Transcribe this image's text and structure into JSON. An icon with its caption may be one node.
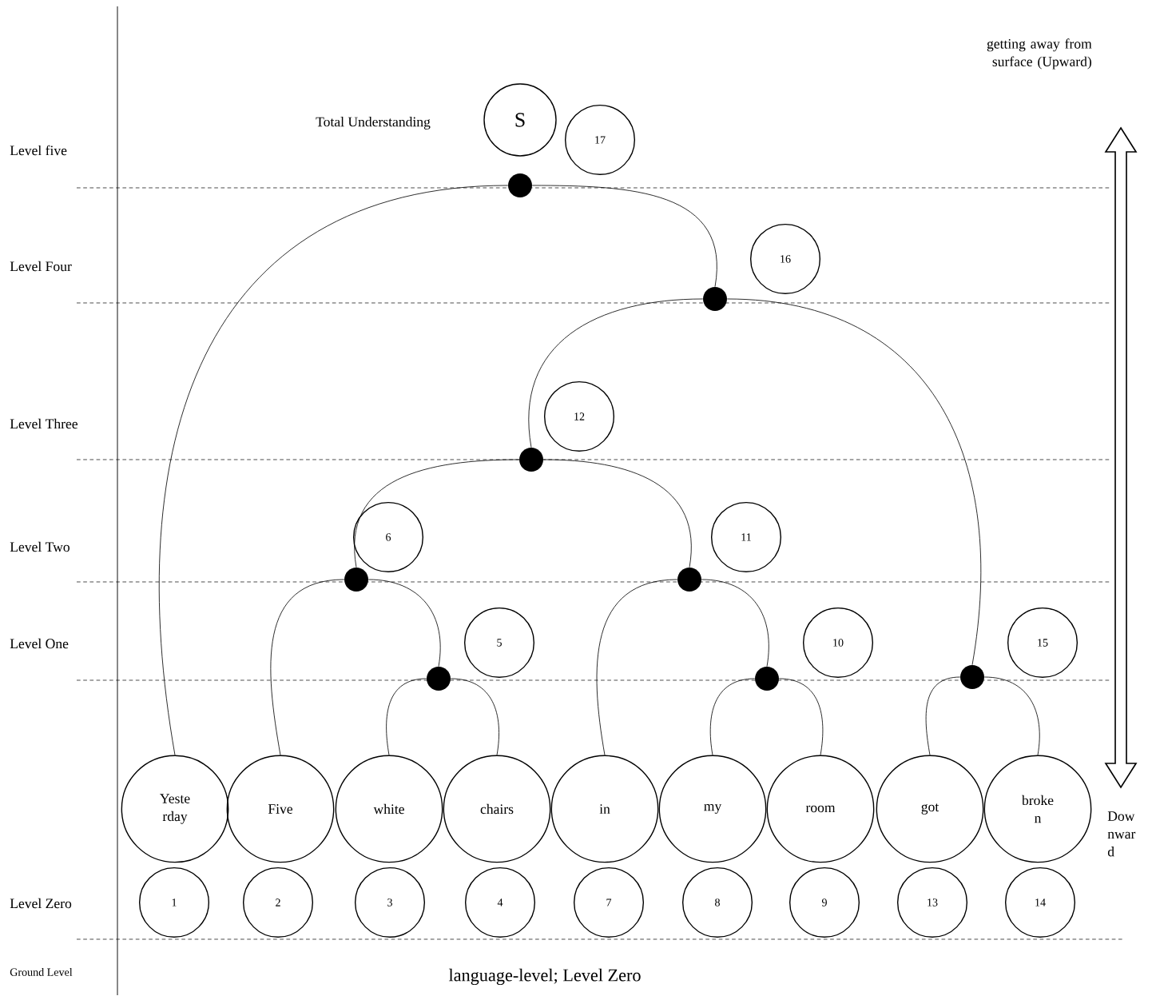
{
  "diagram": {
    "nodes": [
      {
        "text": [
          "S"
        ]
      },
      {
        "text": [
          "17"
        ]
      },
      {
        "text": [],
        "shape": "circle"
      },
      {
        "text": [
          "16"
        ]
      },
      {
        "text": [],
        "shape": "circle"
      },
      {
        "text": [
          "12"
        ]
      },
      {
        "text": [],
        "shape": "circle"
      },
      {
        "text": [
          "6"
        ]
      },
      {
        "text": [
          "11"
        ]
      },
      {
        "text": [],
        "shape": "circle"
      },
      {
        "text": [],
        "shape": "circle"
      },
      {
        "text": [
          "5"
        ]
      },
      {
        "text": [
          "10"
        ]
      },
      {
        "text": [
          "15"
        ]
      },
      {
        "text": [],
        "shape": "circle"
      },
      {
        "text": [],
        "shape": "circle"
      },
      {
        "text": [],
        "shape": "circle"
      },
      {
        "text": [
          "Yeste rday"
        ]
      },
      {
        "text": [
          "Five"
        ]
      },
      {
        "text": [
          "white"
        ]
      },
      {
        "text": [
          "chairs"
        ]
      },
      {
        "text": [
          "in"
        ]
      },
      {
        "text": [
          "my"
        ]
      },
      {
        "text": [
          "room"
        ]
      },
      {
        "text": [
          "got"
        ]
      },
      {
        "text": [
          "broke n"
        ]
      },
      {
        "text": [
          "1"
        ]
      },
      {
        "text": [
          "2"
        ]
      },
      {
        "text": [
          "3"
        ]
      },
      {
        "text": [
          "4"
        ]
      },
      {
        "text": [
          "7"
        ]
      },
      {
        "text": [
          "8"
        ]
      },
      {
        "text": [
          "9"
        ]
      },
      {
        "text": [
          "13"
        ]
      },
      {
        "text": [
          "14"
        ]
      }
    ],
    "edges": [
      {
        "from": 2,
        "to": 17,
        "arrow": "none"
      },
      {
        "from": 2,
        "to": 4,
        "arrow": "none"
      },
      {
        "from": 4,
        "to": 6,
        "arrow": "none"
      },
      {
        "from": 4,
        "to": 16,
        "arrow": "none"
      },
      {
        "from": 6,
        "to": 9,
        "arrow": "none"
      },
      {
        "from": 6,
        "to": 10,
        "arrow": "none"
      },
      {
        "from": 9,
        "to": 18,
        "arrow": "none"
      },
      {
        "from": 9,
        "to": 14,
        "arrow": "none"
      },
      {
        "from": 14,
        "to": 19,
        "arrow": "none"
      },
      {
        "from": 14,
        "to": 20,
        "arrow": "none"
      },
      {
        "from": 10,
        "to": 21,
        "arrow": "none"
      },
      {
        "from": 10,
        "to": 15,
        "arrow": "none"
      },
      {
        "from": 15,
        "to": 22,
        "arrow": "none"
      },
      {
        "from": 15,
        "to": 23,
        "arrow": "none"
      },
      {
        "from": 16,
        "to": 24,
        "arrow": "none"
      },
      {
        "from": 16,
        "to": 25,
        "arrow": "none"
      }
    ],
    "labels": [
      "getting away from surface (Upward)",
      "Total Understanding",
      "Level five",
      "Level Four",
      "Level Three",
      "Level Two",
      "Level One",
      "Dow nwar d",
      "Level Zero",
      "Ground Level",
      "language-level; Level Zero"
    ]
  }
}
